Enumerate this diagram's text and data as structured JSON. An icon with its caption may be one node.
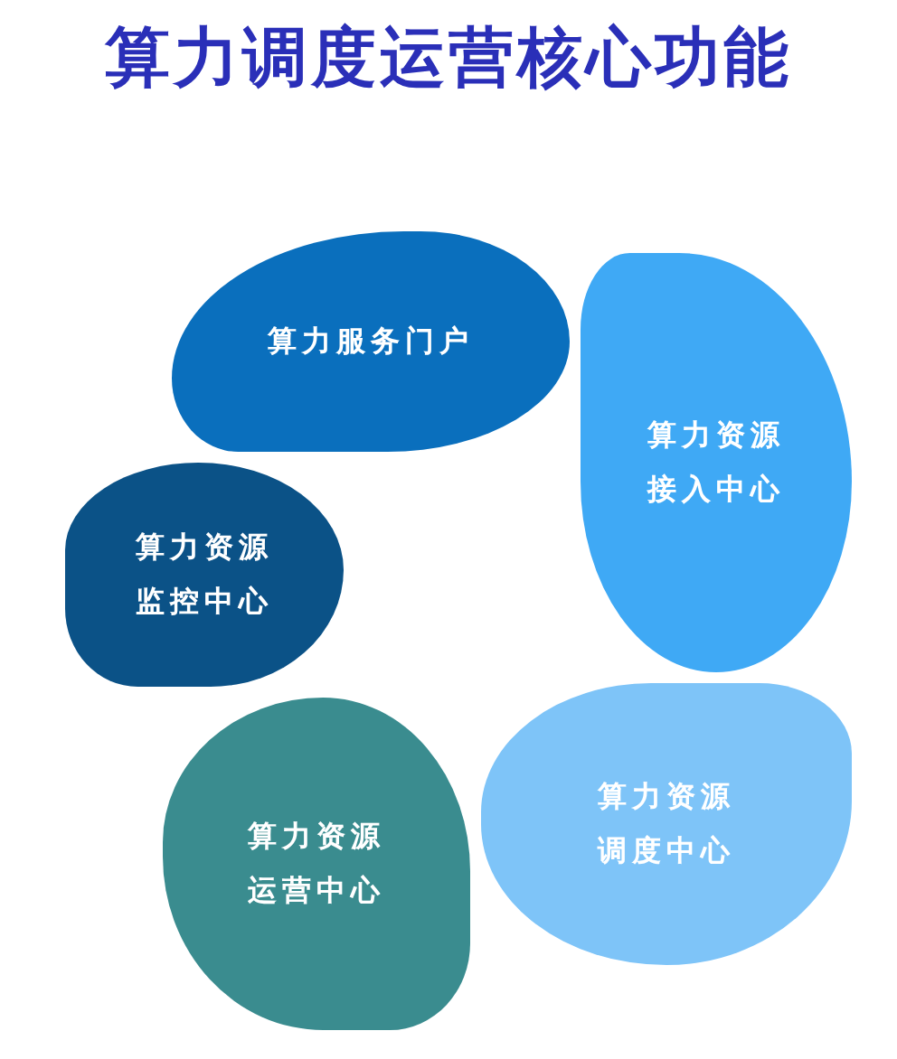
{
  "diagram": {
    "title": "算力调度运营核心功能",
    "nodes": [
      {
        "text": [
          "算力服务门户"
        ]
      },
      {
        "text": [
          "算力资源接入中心"
        ]
      },
      {
        "text": [
          "算力资源调度中心"
        ]
      },
      {
        "text": [
          "算力资源运营中心"
        ]
      },
      {
        "text": [
          "算力资源监控中心"
        ]
      }
    ]
  }
}
